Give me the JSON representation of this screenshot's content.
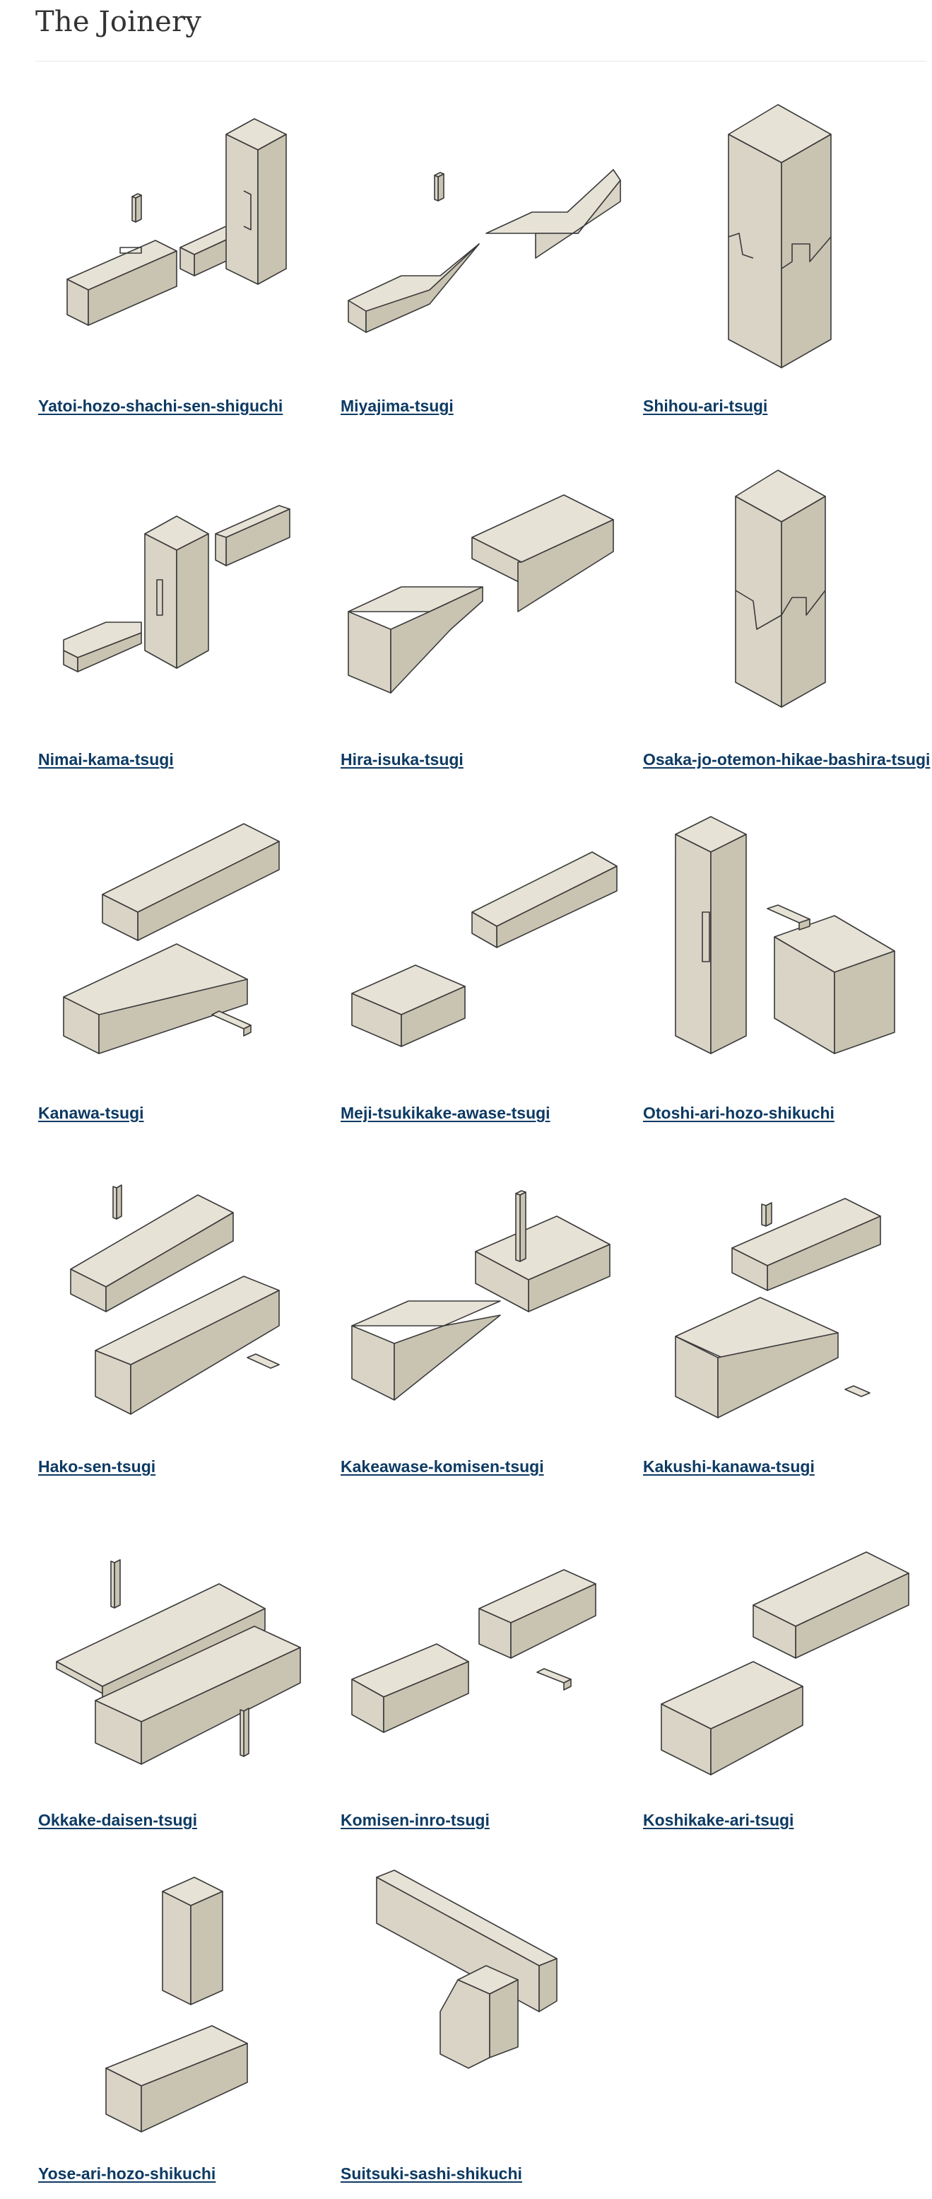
{
  "page": {
    "title": "The Joinery"
  },
  "joints": [
    {
      "name": "Yatoi-hozo-shachi-sen-shiguchi",
      "icon": "joint-illustration"
    },
    {
      "name": "Miyajima-tsugi",
      "icon": "joint-illustration"
    },
    {
      "name": "Shihou-ari-tsugi",
      "icon": "joint-illustration"
    },
    {
      "name": "Nimai-kama-tsugi",
      "icon": "joint-illustration"
    },
    {
      "name": "Hira-isuka-tsugi",
      "icon": "joint-illustration"
    },
    {
      "name": "Osaka-jo-otemon-hikae-bashira-tsugi",
      "icon": "joint-illustration"
    },
    {
      "name": "Kanawa-tsugi",
      "icon": "joint-illustration"
    },
    {
      "name": "Meji-tsukikake-awase-tsugi",
      "icon": "joint-illustration"
    },
    {
      "name": "Otoshi-ari-hozo-shikuchi",
      "icon": "joint-illustration"
    },
    {
      "name": "Hako-sen-tsugi",
      "icon": "joint-illustration"
    },
    {
      "name": "Kakeawase-komisen-tsugi",
      "icon": "joint-illustration"
    },
    {
      "name": "Kakushi-kanawa-tsugi",
      "icon": "joint-illustration"
    },
    {
      "name": "Okkake-daisen-tsugi",
      "icon": "joint-illustration"
    },
    {
      "name": "Komisen-inro-tsugi",
      "icon": "joint-illustration"
    },
    {
      "name": "Koshikake-ari-tsugi",
      "icon": "joint-illustration"
    },
    {
      "name": "Yose-ari-hozo-shikuchi",
      "icon": "joint-illustration"
    },
    {
      "name": "Suitsuki-sashi-shikuchi",
      "icon": "joint-illustration"
    }
  ]
}
